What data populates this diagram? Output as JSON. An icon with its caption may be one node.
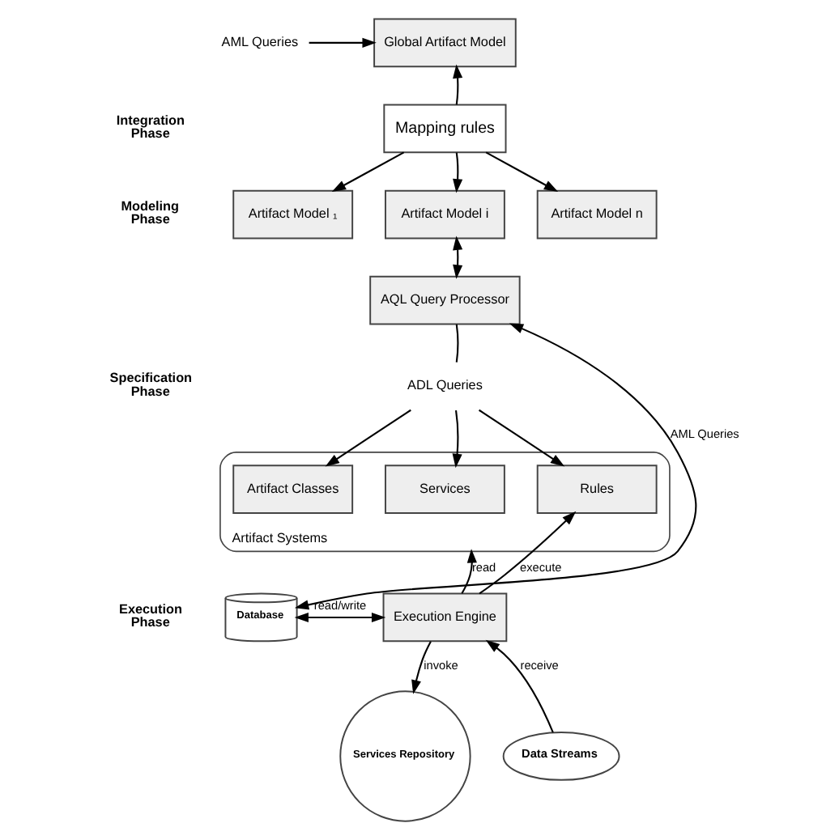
{
  "diagram": {
    "nodes": [
      {
        "text": [
          "AML Queries"
        ]
      },
      {
        "text": [
          "Global Artifact Model"
        ]
      },
      {
        "text": [
          "Mapping rules"
        ]
      },
      {
        "text": [
          "Artifact Model ₁"
        ]
      },
      {
        "text": [
          "Artifact Model i"
        ]
      },
      {
        "text": [
          "Artifact Model n"
        ]
      },
      {
        "text": [
          "AQL Query Processor"
        ]
      },
      {
        "text": [
          "ADL Queries"
        ]
      },
      {
        "text": [
          "Artifact Systems"
        ]
      },
      {
        "text": [
          "Artifact Classes"
        ],
        "in": 8
      },
      {
        "text": [
          "Services"
        ],
        "in": 8
      },
      {
        "text": [
          "Rules"
        ],
        "in": 8
      },
      {
        "text": [
          "Database"
        ]
      },
      {
        "text": [
          "Execution Engine"
        ]
      },
      {
        "text": [
          "Services Repository"
        ]
      },
      {
        "text": [
          "Data Streams"
        ]
      }
    ],
    "edges": [
      {
        "from": 0,
        "to": 1,
        "arrow": "to"
      },
      {
        "from": 2,
        "to": 1,
        "arrow": "to"
      },
      {
        "from": 2,
        "to": 3,
        "arrow": "to"
      },
      {
        "from": 2,
        "to": 4,
        "arrow": "to"
      },
      {
        "from": 2,
        "to": 5,
        "arrow": "to"
      },
      {
        "from": 4,
        "to": 6,
        "arrow": "both"
      },
      {
        "from": 12,
        "to": 6,
        "arrow": "both",
        "label": "AML Queries"
      },
      {
        "from": 6,
        "to": 7,
        "arrow": "none"
      },
      {
        "from": 7,
        "to": 9,
        "arrow": "to"
      },
      {
        "from": 7,
        "to": 10,
        "arrow": "to"
      },
      {
        "from": 7,
        "to": 11,
        "arrow": "to"
      },
      {
        "from": 12,
        "to": 13,
        "arrow": "both",
        "label": "read/write"
      },
      {
        "from": 13,
        "to": 8,
        "arrow": "to",
        "label": "read"
      },
      {
        "from": 13,
        "to": 11,
        "arrow": "to",
        "label": "execute"
      },
      {
        "from": 13,
        "to": 14,
        "arrow": "to",
        "label": "invoke"
      },
      {
        "from": 15,
        "to": 13,
        "arrow": "to",
        "label": "receive"
      }
    ],
    "labels": [
      "Integration Phase",
      "Modeling Phase",
      "Specification Phase",
      "Execution Phase"
    ]
  }
}
